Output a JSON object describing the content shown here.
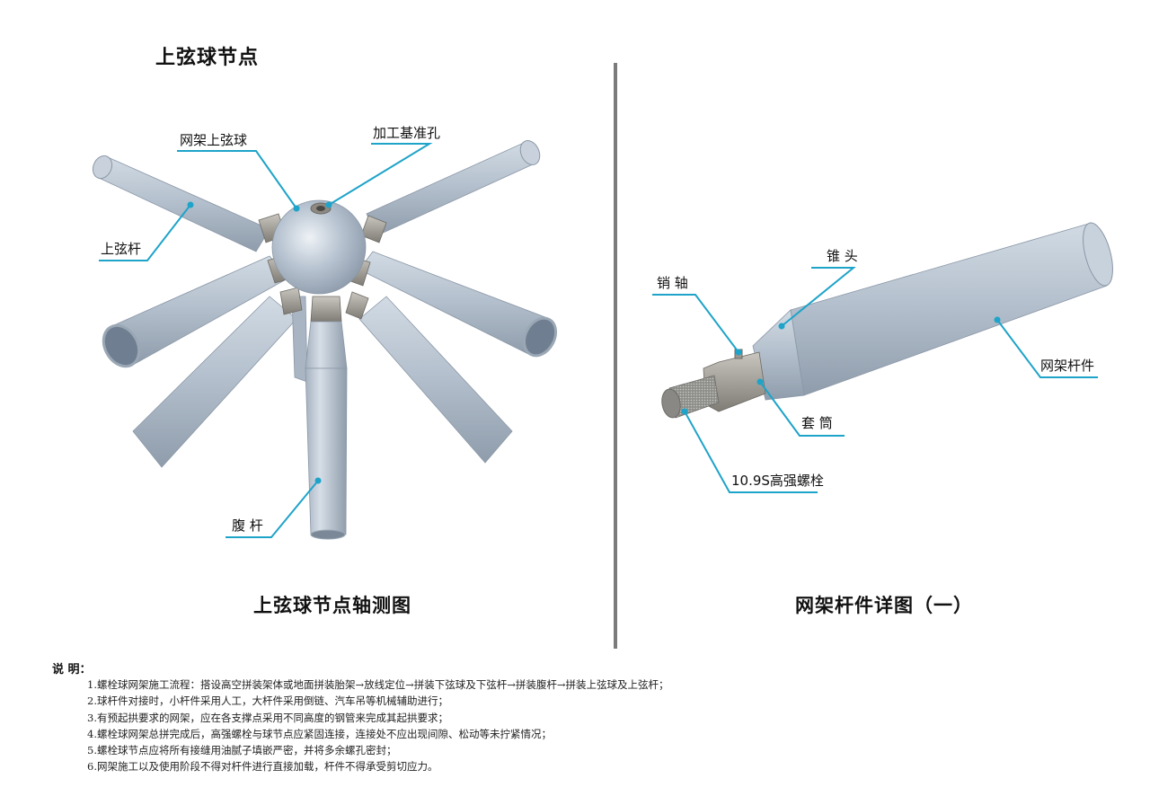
{
  "header": {
    "title": "上弦球节点"
  },
  "left_figure": {
    "caption": "上弦球节点轴测图",
    "callouts": [
      {
        "id": "upper-chord-ball",
        "label": "网架上弦球"
      },
      {
        "id": "datum-hole",
        "label": "加工基准孔"
      },
      {
        "id": "upper-chord-rod",
        "label": "上弦杆"
      },
      {
        "id": "web-rod",
        "label": "腹 杆"
      }
    ]
  },
  "right_figure": {
    "caption": "网架杆件详图（一）",
    "callouts": [
      {
        "id": "cone-head",
        "label": "锥 头"
      },
      {
        "id": "pin",
        "label": "销 轴"
      },
      {
        "id": "grid-member",
        "label": "网架杆件"
      },
      {
        "id": "sleeve",
        "label": "套 筒"
      },
      {
        "id": "bolt",
        "label": "10.9S高强螺栓"
      }
    ]
  },
  "notes": {
    "title": "说 明：",
    "items": [
      "1.螺栓球网架施工流程：搭设高空拼装架体或地面拼装胎架→放线定位→拼装下弦球及下弦杆→拼装腹杆→拼装上弦球及上弦杆；",
      "2.球杆件对接时，小杆件采用人工，大杆件采用倒链、汽车吊等机械辅助进行；",
      "3.有预起拱要求的网架，应在各支撑点采用不同高度的钢管来完成其起拱要求；",
      "4.螺栓球网架总拼完成后，高强螺栓与球节点应紧固连接，连接处不应出现间隙、松动等未拧紧情况；",
      "5.螺栓球节点应将所有接缝用油腻子填嵌严密，并将多余螺孔密封；",
      "6.网架施工以及使用阶段不得对杆件进行直接加载，杆件不得承受剪切应力。"
    ]
  },
  "colors": {
    "leader_line": "#1ea3c9",
    "tube": "#b7c3d0",
    "tube_dark": "#8c99a8",
    "hex": "#9b9890",
    "divider": "#7b7b7b"
  }
}
